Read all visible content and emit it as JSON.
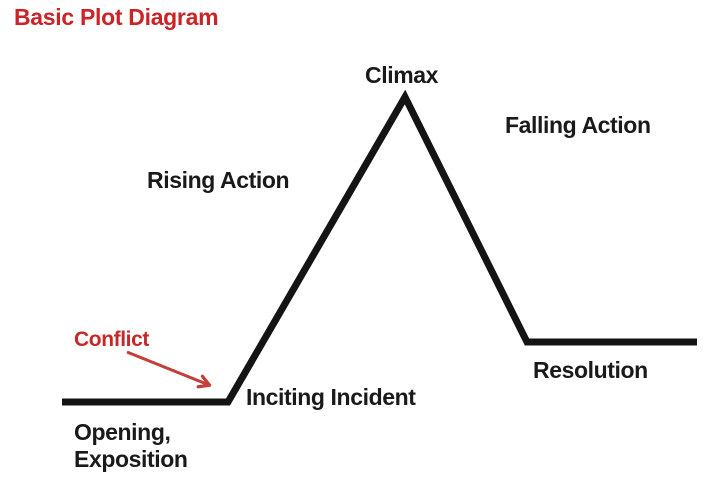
{
  "diagram": {
    "title": "Basic Plot Diagram",
    "labels": {
      "climax": "Climax",
      "falling_action": "Falling Action",
      "rising_action": "Rising Action",
      "conflict": "Conflict",
      "inciting_incident": "Inciting Incident",
      "resolution": "Resolution",
      "opening_line1": "Opening,",
      "opening_line2": "Exposition"
    },
    "plot_line_points": "62,402 228,402 405,97 527,342 697,342",
    "colors": {
      "title_red": "#cc2327",
      "conflict_red": "#c62828",
      "arrow_red": "#c43f3a",
      "line_black": "#141414",
      "label_black": "#1a1a1a",
      "background": "#ffffff"
    }
  }
}
